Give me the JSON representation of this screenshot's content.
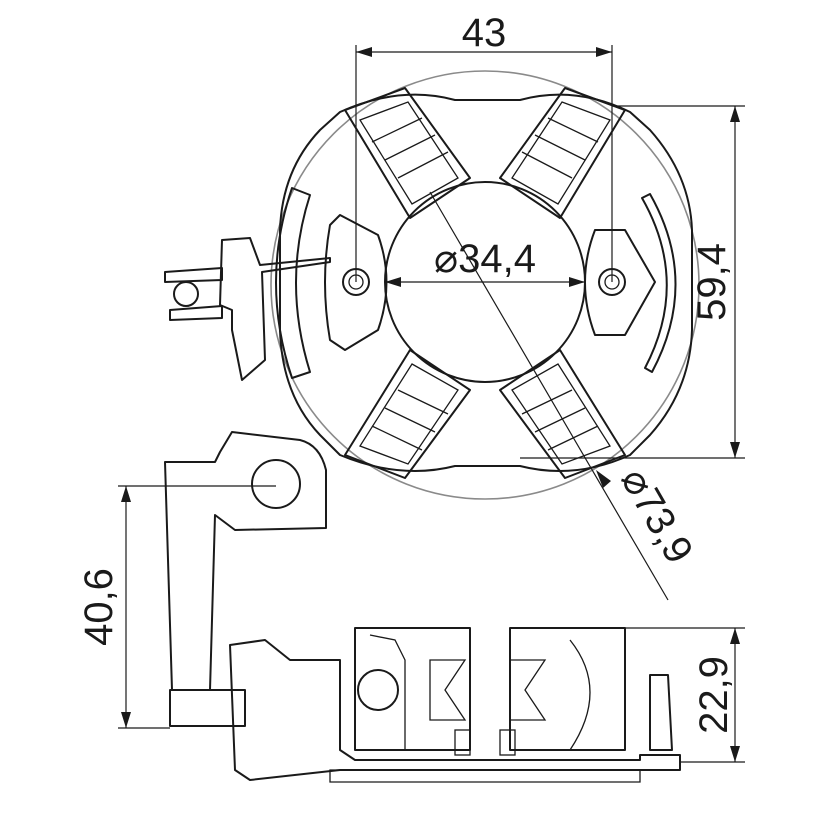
{
  "dimensions": {
    "width_top": "43",
    "bore_diameter": "⌀34,4",
    "height_right": "59,4",
    "outer_diameter": "⌀73,9",
    "height_left": "40,6",
    "height_bottom_right": "22,9"
  },
  "colors": {
    "line": "#1a1a1a",
    "outer_circle": "#8a8a8a"
  }
}
